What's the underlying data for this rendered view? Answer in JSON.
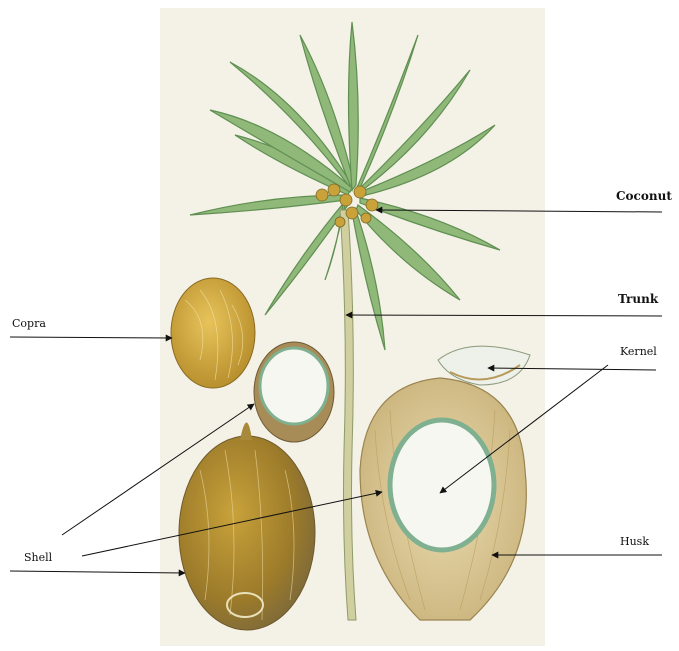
{
  "labels": {
    "coconut": "Coconut",
    "trunk": "Trunk",
    "copra": "Copra",
    "kernel": "Kernel",
    "shell": "Shell",
    "husk": "Husk"
  },
  "colors": {
    "plate_background": "#f4f1e6",
    "frond_green": "#7fa86a",
    "frond_dark": "#4f7d45",
    "fruit_gold": "#c9a23a",
    "husk_tan": "#d9c48c",
    "shell_brown": "#9b7a3a",
    "kernel_white": "#f7f7f2",
    "kernel_rim": "#7fb08f",
    "arrow_color": "#111111"
  }
}
